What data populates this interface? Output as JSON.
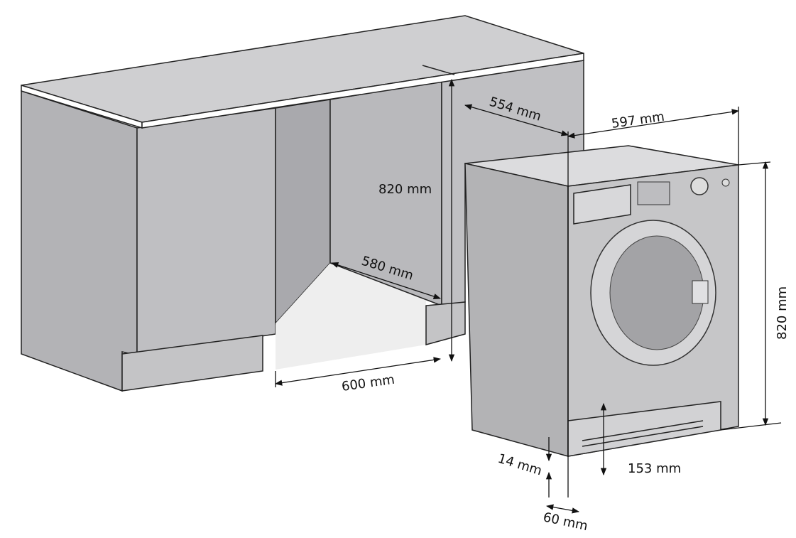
{
  "diagram": {
    "title": "Built-in washing machine installation dimensions",
    "dimensions": {
      "machine_depth": "554 mm",
      "machine_width": "597 mm",
      "niche_height": "820 mm",
      "machine_height": "820 mm",
      "niche_depth": "580 mm",
      "niche_width": "600 mm",
      "plinth_offset": "14 mm",
      "plinth_height": "153 mm",
      "plinth_depth": "60 mm"
    },
    "colors": {
      "cabinet": "#bcbcbf",
      "cabinet_dark": "#a9a9ad",
      "countertop": "#cfcfd1",
      "machine": "#b7b7b9",
      "machine_front": "#c6c6c8"
    }
  }
}
